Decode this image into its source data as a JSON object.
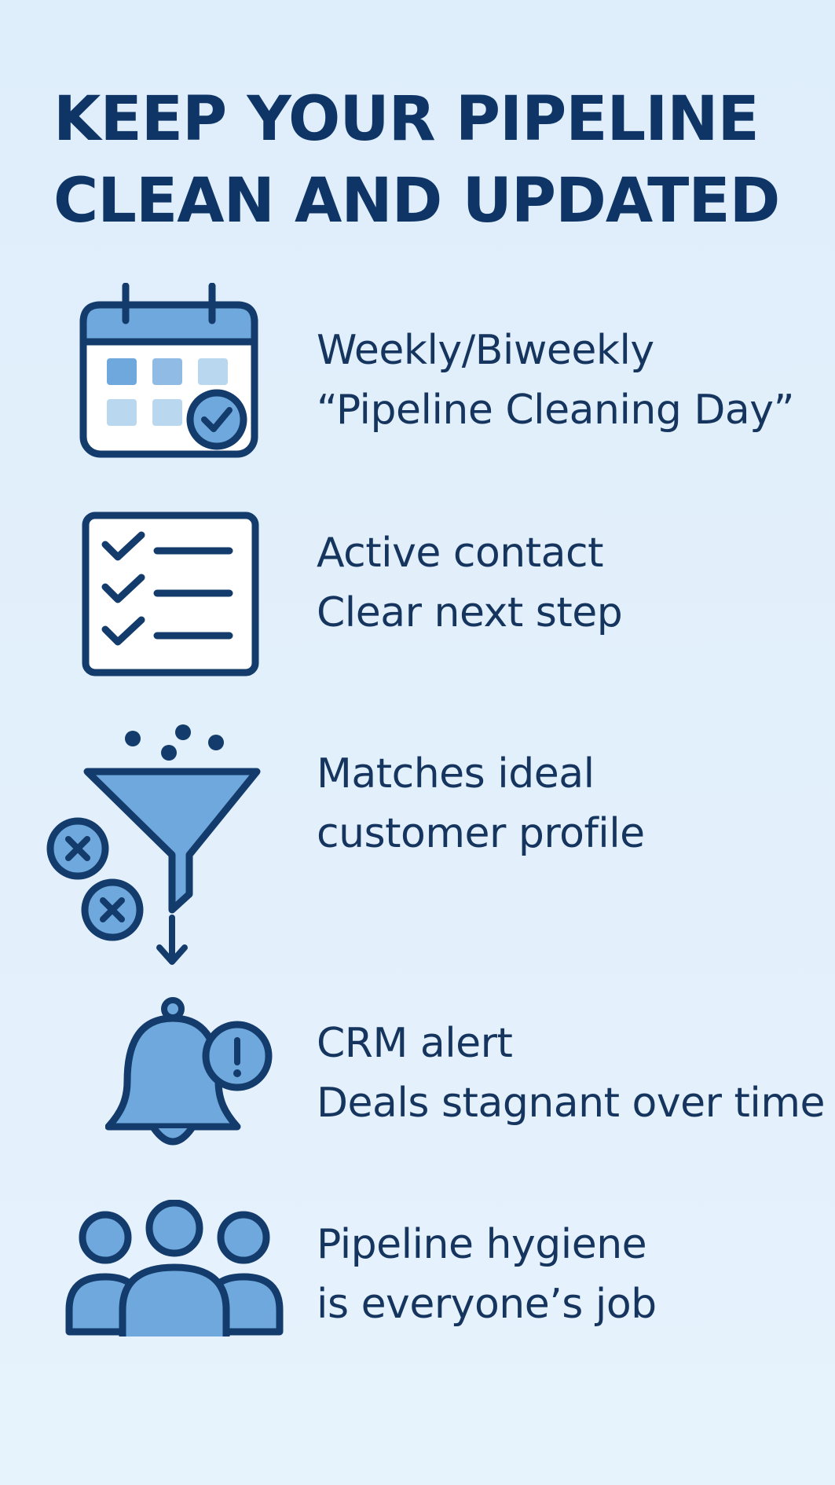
{
  "title": {
    "line1": "KEEP YOUR PIPELINE",
    "line2": "CLEAN AND UPDATED"
  },
  "colors": {
    "background": "#e3f0fb",
    "navy": "#0f3566",
    "icon_stroke": "#133b6b",
    "icon_fill": "#6fa8dc",
    "icon_fill_light": "#b9d7ee"
  },
  "items": [
    {
      "icon": "calendar-check-icon",
      "line1": "Weekly/Biweekly",
      "line2": "“Pipeline Cleaning Day”"
    },
    {
      "icon": "checklist-icon",
      "line1": "Active contact",
      "line2": "Clear next step"
    },
    {
      "icon": "funnel-filter-icon",
      "line1": "Matches ideal",
      "line2": "customer profile"
    },
    {
      "icon": "bell-alert-icon",
      "line1": "CRM alert",
      "line2": "Deals stagnant over time"
    },
    {
      "icon": "team-icon",
      "line1": "Pipeline hygiene",
      "line2": "is everyone’s job"
    }
  ]
}
